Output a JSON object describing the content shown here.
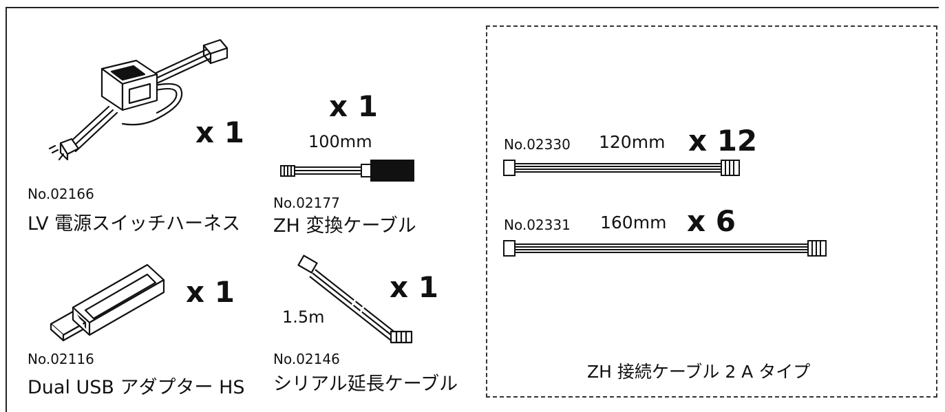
{
  "items": [
    {
      "part_no": "No.02166",
      "name": "LV 電源スイッチハーネス",
      "qty": "x 1",
      "illustration": "switch-harness-icon"
    },
    {
      "part_no": "No.02177",
      "name": "ZH 変換ケーブル",
      "qty": "x 1",
      "length": "100mm",
      "illustration": "zh-conversion-cable-icon"
    },
    {
      "part_no": "No.02116",
      "name": "Dual USB アダプター HS",
      "qty": "x 1",
      "illustration": "usb-adapter-icon"
    },
    {
      "part_no": "No.02146",
      "name": "シリアル延長ケーブル",
      "qty": "x 1",
      "length": "1.5m",
      "illustration": "serial-extension-cable-icon"
    }
  ],
  "group": {
    "title": "ZH 接続ケーブル 2 A タイプ",
    "cables": [
      {
        "part_no": "No.02330",
        "length": "120mm",
        "qty": "x 12"
      },
      {
        "part_no": "No.02331",
        "length": "160mm",
        "qty": "x 6"
      }
    ]
  }
}
